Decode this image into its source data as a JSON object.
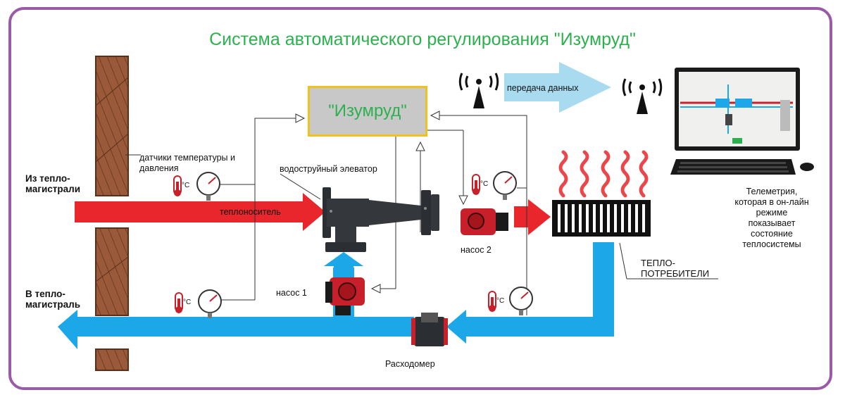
{
  "title": "Система автоматического регулирования \"Изумруд\"",
  "controller": {
    "label": "\"Изумруд\""
  },
  "labels": {
    "from_main": "Из тепло-\nмагистрали",
    "to_main": "В тепло-\nмагистраль",
    "sensors": "датчики температуры и\nдавления",
    "elevator": "водоструйный элеватор",
    "coolant": "теплоноситель",
    "pump1": "насос 1",
    "pump2": "насос 2",
    "flowmeter": "Расходомер",
    "consumers": "ТЕПЛО-\nПОТРЕБИТЕЛИ",
    "data_transfer": "передача данных",
    "telemetry": "Телеметрия,\nкоторая в он-лайн\nрежиме\nпоказывает\nсостояние\nтеплосистемы",
    "degree": "°С"
  },
  "colors": {
    "supply": "#e8262b",
    "return": "#1ba7e8",
    "frame": "#9b5aa8",
    "title": "#2db04e",
    "controller_border": "#f2c11e",
    "controller_fill": "#c8c8c8",
    "data_arrow": "#a9dbf0",
    "wall": "#9a5a3a"
  },
  "icons": [
    "antenna-icon",
    "thermometer-icon",
    "pressure-gauge-icon",
    "pump-icon",
    "flowmeter-icon",
    "radiator-icon",
    "monitor-icon",
    "keyboard-icon"
  ]
}
